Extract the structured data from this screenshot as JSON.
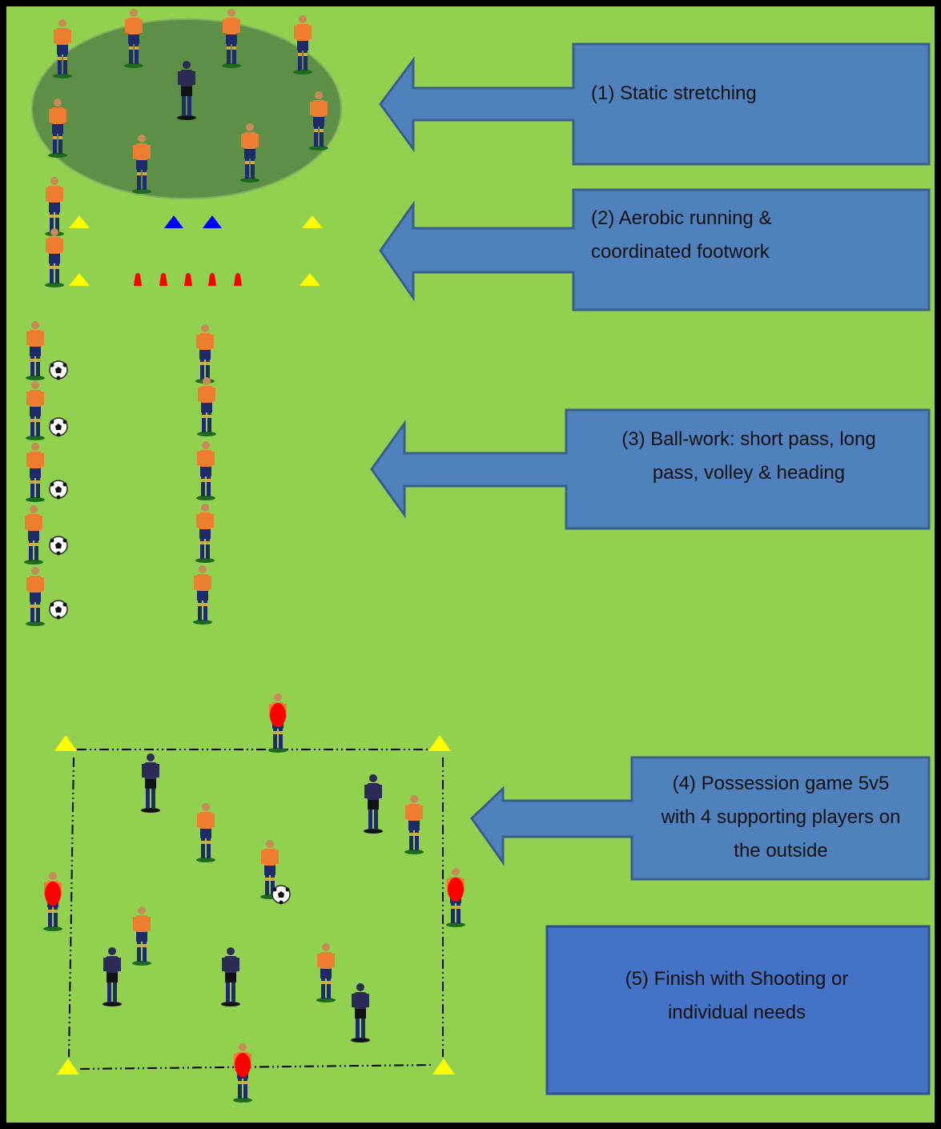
{
  "colors": {
    "field": "#92d050",
    "border": "#000000",
    "circle": "#5e8f46",
    "arrow_fill": "#4f81bd",
    "arrow_stroke": "#3a5f8c",
    "box5_fill": "#4472c4",
    "box5_stroke": "#2f528f",
    "cone_yellow": "#ffff00",
    "cone_blue": "#0000ff",
    "cone_red": "#ff0000",
    "player_orange": "#ed7d31",
    "player_navy": "#1f2a6b",
    "player_dark": "#2b2b55",
    "bib_red": "#ff0000"
  },
  "steps": [
    {
      "label": "(1) Static stretching"
    },
    {
      "label": "(2) Aerobic running & coordinated footwork"
    },
    {
      "label": "(3) Ball-work: short pass, long pass, volley & heading"
    },
    {
      "label": "(4) Possession game 5v5 with 4 supporting players on the outside"
    },
    {
      "label": "(5) Finish with Shooting or individual needs"
    }
  ],
  "icons": {
    "player": "player-icon",
    "defender": "defender-icon",
    "ball": "soccer-ball-icon",
    "cone": "cone-icon",
    "disc_cone": "disc-cone-icon"
  }
}
